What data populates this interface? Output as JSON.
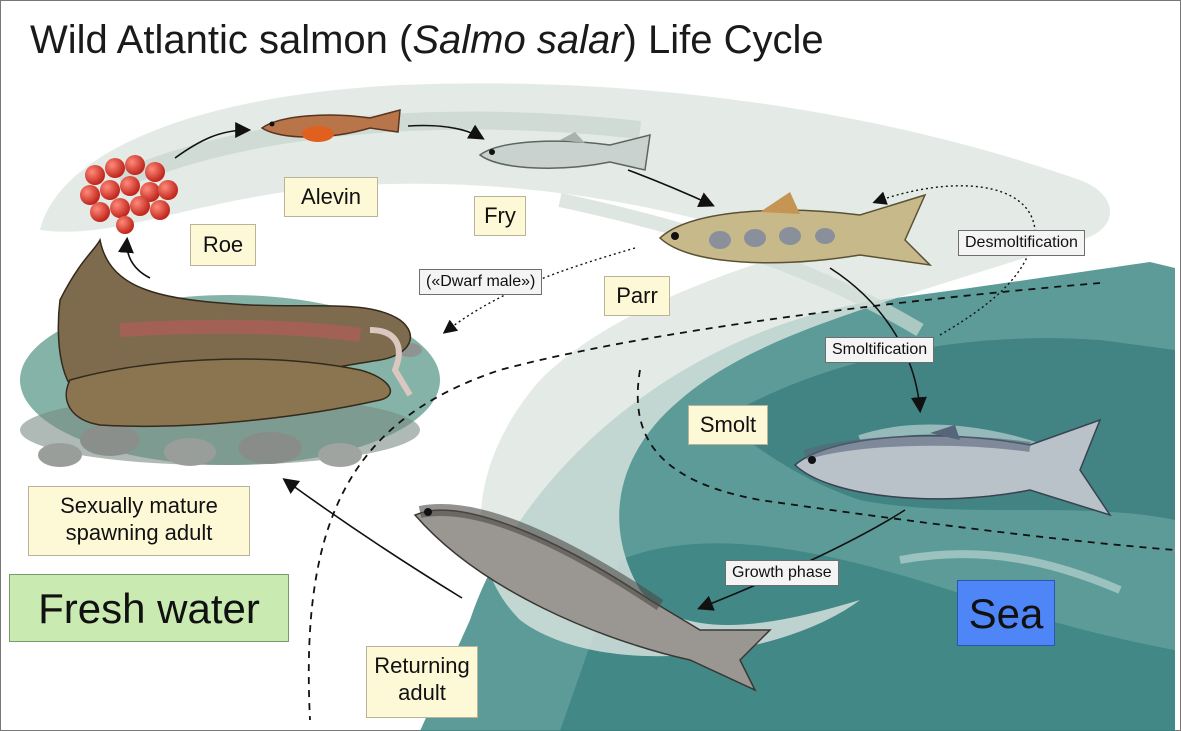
{
  "title": {
    "prefix": "Wild Atlantic salmon (",
    "species": "Salmo salar",
    "suffix": ") Life Cycle"
  },
  "stages": {
    "roe": "Roe",
    "alevin": "Alevin",
    "fry": "Fry",
    "parr": "Parr",
    "smolt": "Smolt",
    "spawning_adult_line1": "Sexually mature",
    "spawning_adult_line2": "spawning adult",
    "returning_adult_line1": "Returning",
    "returning_adult_line2": "adult"
  },
  "processes": {
    "dwarf_male": "(«Dwarf male»)",
    "desmoltification": "Desmoltification",
    "smoltification": "Smoltification",
    "growth_phase": "Growth phase"
  },
  "zones": {
    "fresh_water": "Fresh water",
    "sea": "Sea"
  },
  "colors": {
    "fresh_water_bg": "#c9eab0",
    "sea_bg": "#4f86f7",
    "label_bg": "#fdf8d6",
    "roe": "#e0443a",
    "sea_water": "#3f8a86"
  }
}
